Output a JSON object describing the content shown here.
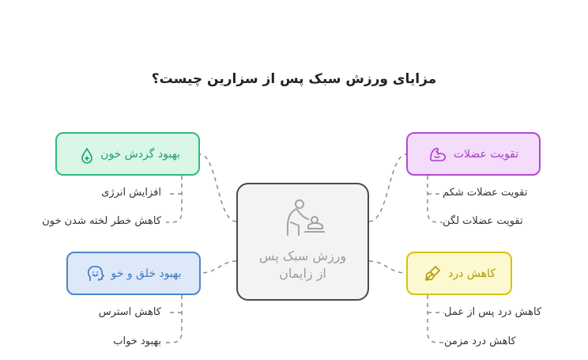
{
  "title": "مزایای ورزش سبک پس از سزارین چیست؟",
  "center": {
    "label": "ورزش سبک پس\nاز زایمان",
    "icon": "mother-baby-exercise-icon"
  },
  "branches": {
    "top_left": {
      "label": "بهبود گردش خون",
      "icon": "blood-drop-rh-icon",
      "color": "#2fbb82",
      "items": [
        "افزایش انرژی",
        "کاهش خطر لخته شدن خون"
      ]
    },
    "bottom_left": {
      "label": "بهبود خلق و خو",
      "icon": "smiling-head-icon",
      "color": "#4b86cc",
      "items": [
        "کاهش استرس",
        "بهبود خواب"
      ]
    },
    "top_right": {
      "label": "تقویت عضلات",
      "icon": "flexed-arm-icon",
      "color": "#b14bd3",
      "items": [
        "تقویت عضلات شکم",
        "تقویت عضلات لگن"
      ]
    },
    "bottom_right": {
      "label": "کاهش درد",
      "icon": "pencil-slash-icon",
      "color": "#d9c30c",
      "items": [
        "کاهش درد پس از عمل",
        "کاهش درد مزمن"
      ]
    }
  }
}
